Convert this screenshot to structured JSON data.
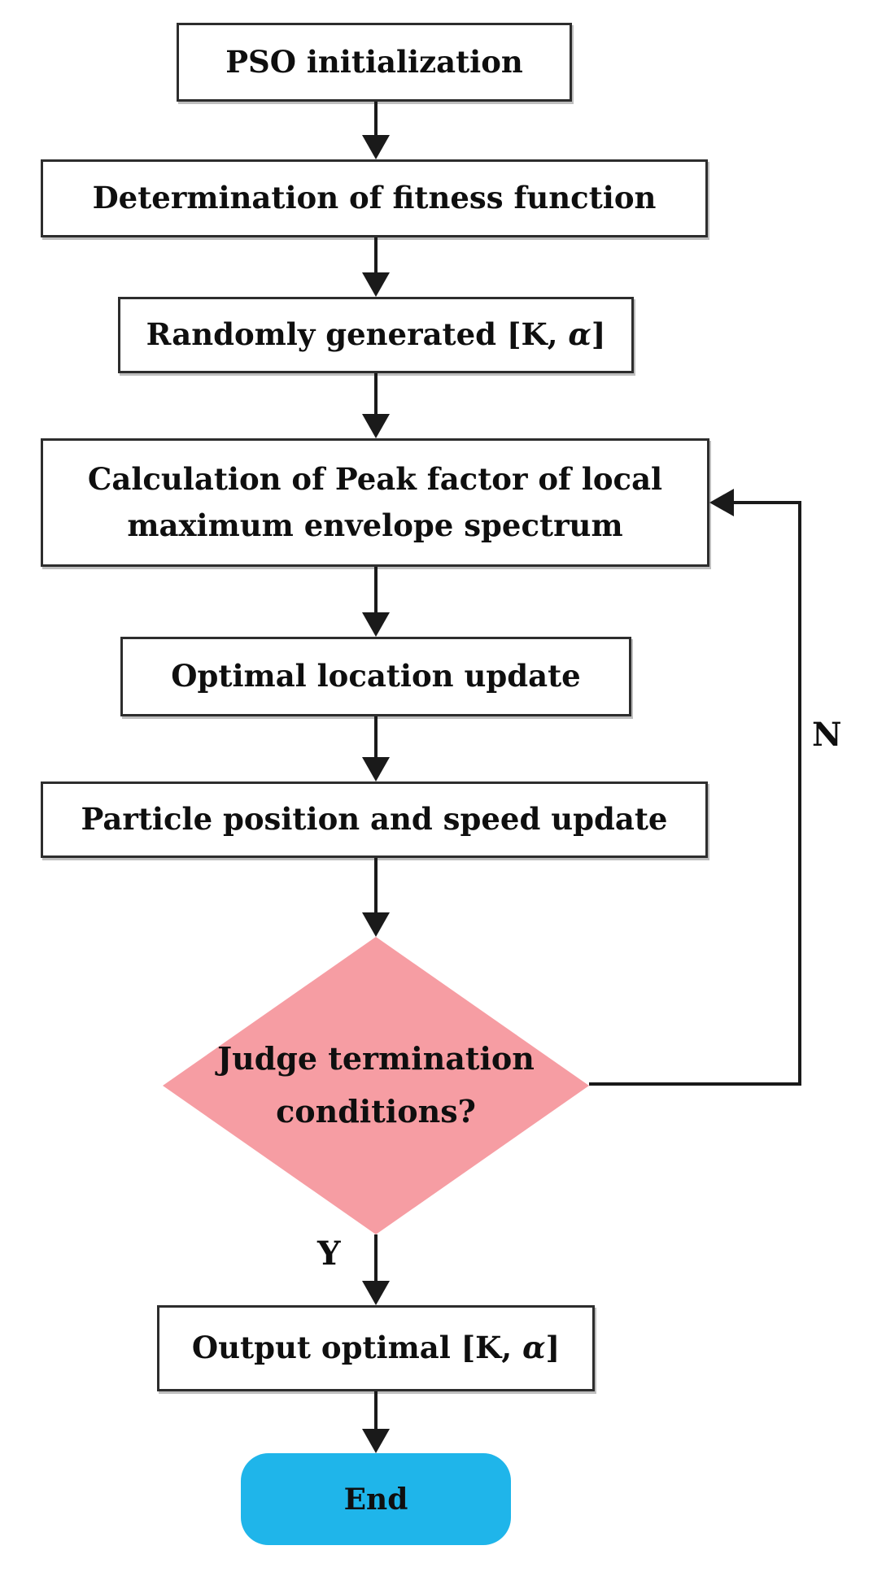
{
  "figure": {
    "description": "PSO optimization flowchart"
  },
  "colors": {
    "diamond_fill": "#F69DA3",
    "end_fill": "#1FB5EA",
    "line": "#1A1A1A",
    "box_border": "#2D2D2D"
  },
  "steps": {
    "init": {
      "label": "PSO initialization"
    },
    "fitness": {
      "label": "Determination of fitness function"
    },
    "random": {
      "prefix": "Randomly generated [K, ",
      "alpha": "α",
      "suffix": "]"
    },
    "calc": {
      "line1": "Calculation of Peak factor of local",
      "line2": "maximum envelope spectrum"
    },
    "optimal": {
      "label": "Optimal location update"
    },
    "particle": {
      "label": "Particle position and speed update"
    },
    "decision": {
      "line1": "Judge termination",
      "line2": "conditions?"
    },
    "output": {
      "prefix": "Output optimal [K, ",
      "alpha": "α",
      "suffix": "]"
    },
    "end": {
      "label": "End"
    }
  },
  "edges": {
    "yes_label": "Y",
    "no_label": "N"
  }
}
